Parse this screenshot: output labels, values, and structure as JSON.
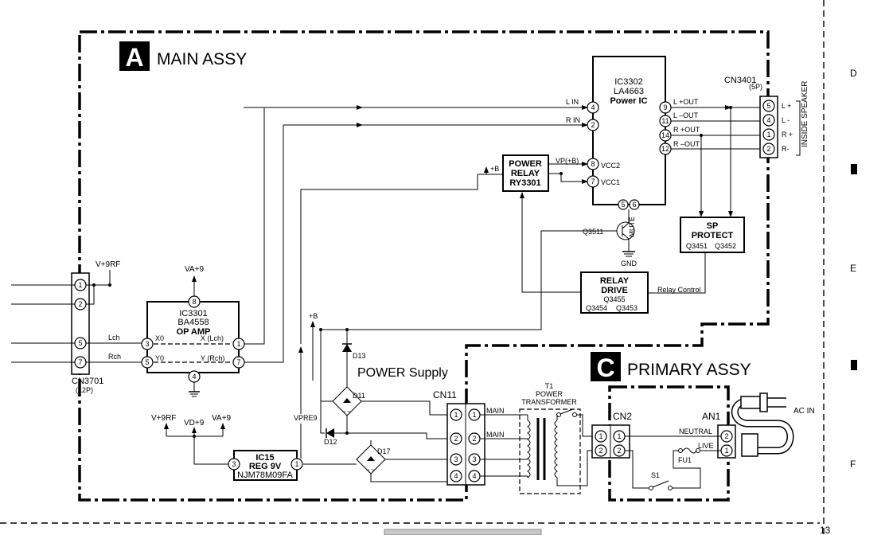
{
  "sections": {
    "main": {
      "letter": "A",
      "title": "MAIN ASSY"
    },
    "primary": {
      "letter": "C",
      "title": "PRIMARY ASSY"
    },
    "power_supply": "POWER Supply"
  },
  "grid_letters": {
    "d": "D",
    "e": "E",
    "f": "F"
  },
  "page_number": "13",
  "bottom_tab_text": "",
  "ic3302": {
    "ref": "IC3302",
    "part": "LA4663",
    "name": "Power IC",
    "pins": {
      "lin": "4",
      "rin": "2",
      "vcc2": "8",
      "vcc1": "7",
      "mute_a": "5",
      "mute_b": "6",
      "lout_p": "9",
      "lout_m": "11",
      "rout_p": "14",
      "rout_m": "12"
    },
    "labels": {
      "lin": "L IN",
      "rin": "R IN",
      "vcc2": "VCC2",
      "vcc1": "VCC1",
      "mute": "MUTE",
      "lout_p": "L +OUT",
      "lout_m": "L –OUT",
      "rout_p": "R +OUT",
      "rout_m": "R –OUT"
    }
  },
  "cn3401": {
    "ref": "CN3401",
    "pins_count": "(5P)",
    "pins": [
      "5",
      "4",
      "1",
      "2"
    ],
    "labels": [
      "L +",
      "L -",
      "R +",
      "R-"
    ],
    "speaker": "INSIDE SPEAKER"
  },
  "power_relay": {
    "line1": "POWER",
    "line2": "RELAY",
    "line3": "RY3301",
    "vp": "VP(+B)",
    "plus_b": "+B"
  },
  "sp_protect": {
    "line1": "SP",
    "line2": "PROTECT",
    "q1": "Q3451",
    "q2": "Q3452"
  },
  "relay_drive": {
    "line1": "RELAY",
    "line2": "DRIVE",
    "q1": "Q3455",
    "q2": "Q3454",
    "q3": "Q3453",
    "control": "Relay Control"
  },
  "q3511": {
    "ref": "Q3511",
    "gnd": "GND"
  },
  "ic3301": {
    "ref": "IC3301",
    "part": "BA4558",
    "name": "OP AMP",
    "supply": "VA+9",
    "pins": {
      "top": "8",
      "x0": "3",
      "y0": "5",
      "xout": "1",
      "yout": "7",
      "gnd": "4"
    },
    "labels": {
      "x0": "X0",
      "y0": "Y0",
      "xout": "X (Lch)",
      "yout": "Y (Rch)"
    }
  },
  "cn3701": {
    "ref": "CN3701",
    "pins_count": "(12P)",
    "pins": [
      "1",
      "2",
      "5",
      "7"
    ],
    "v9rf": "V+9RF",
    "lch": "Lch",
    "rch": "Rch"
  },
  "ic15": {
    "ref": "IC15",
    "name": "REG 9V",
    "part": "NJM78M09FA",
    "pin_in": "1",
    "pin_out": "3",
    "rails": {
      "v9rf": "V+9RF",
      "vd9": "VD+9",
      "va9": "VA+9"
    }
  },
  "supply": {
    "plus_b": "+B",
    "vpre9": "VPRE9",
    "d11": "D11",
    "d12": "D12",
    "d13": "D13",
    "d17": "D17"
  },
  "cn11": {
    "ref": "CN11",
    "pins": [
      "1",
      "2",
      "3",
      "4"
    ],
    "main1": "MAIN",
    "main2": "MAIN"
  },
  "t1": {
    "ref": "T1",
    "line1": "POWER",
    "line2": "TRANSFORMER"
  },
  "cn2": {
    "ref": "CN2",
    "pins": [
      "1",
      "2"
    ]
  },
  "an1": {
    "ref": "AN1",
    "pins": [
      "2",
      "1"
    ],
    "neutral": "NEUTRAL",
    "live": "LIVE"
  },
  "fu1": "FU1",
  "s1": "S1",
  "ac_in": "AC IN"
}
